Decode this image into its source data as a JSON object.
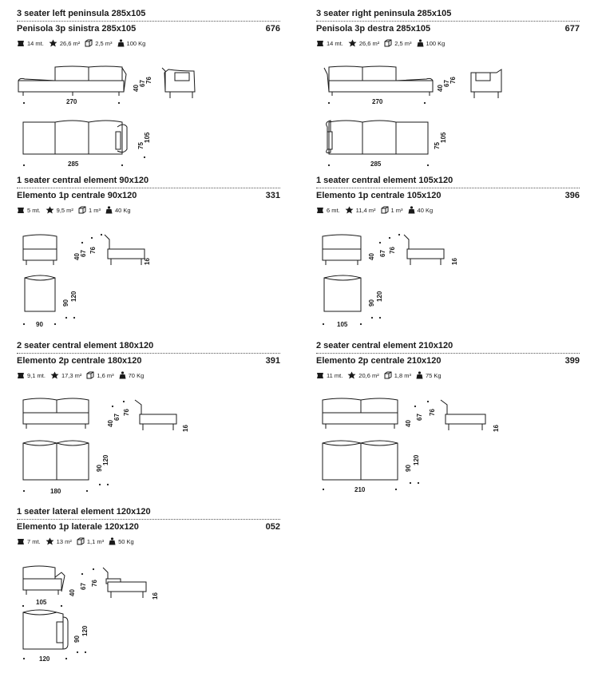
{
  "blocks": [
    {
      "title": "3 seater left peninsula 285x105",
      "subtitle": "Penisola 3p sinistra 285x105",
      "code": "676",
      "specs": [
        "14 mt.",
        "26,6 m²",
        "2,5 m³",
        "100 Kg"
      ],
      "dims": {
        "width_front": "270",
        "width_plan": "285",
        "h_seat": "40",
        "h_arm": "67",
        "h_back": "76",
        "d_seat": "75",
        "depth": "105"
      }
    },
    {
      "title": "3 seater right peninsula 285x105",
      "subtitle": "Penisola 3p destra 285x105",
      "code": "677",
      "specs": [
        "14 mt.",
        "26,6 m²",
        "2,5 m³",
        "100 Kg"
      ],
      "dims": {
        "width_front": "270",
        "width_plan": "285",
        "h_seat": "40",
        "h_arm": "67",
        "h_back": "76",
        "d_seat": "75",
        "depth": "105"
      }
    },
    {
      "title": "1 seater central element 90x120",
      "subtitle": "Elemento 1p centrale 90x120",
      "code": "331",
      "specs": [
        "5 mt.",
        "9,5 m²",
        "1 m³",
        "40 Kg"
      ],
      "dims": {
        "width_plan": "90",
        "h_seat": "40",
        "h_arm": "67",
        "h_back": "76",
        "side_h": "16",
        "d_seat": "90",
        "depth": "120"
      }
    },
    {
      "title": "1 seater central element 105x120",
      "subtitle": "Elemento 1p centrale 105x120",
      "code": "396",
      "specs": [
        "6 mt.",
        "11,4 m²",
        "1 m³",
        "40 Kg"
      ],
      "dims": {
        "width_plan": "105",
        "h_seat": "40",
        "h_arm": "67",
        "h_back": "76",
        "side_h": "16",
        "d_seat": "90",
        "depth": "120"
      }
    },
    {
      "title": "2 seater central element 180x120",
      "subtitle": "Elemento 2p centrale 180x120",
      "code": "391",
      "specs": [
        "9,1 mt.",
        "17,3 m²",
        "1,6 m³",
        "70 Kg"
      ],
      "dims": {
        "width_plan": "180",
        "h_seat": "40",
        "h_arm": "67",
        "h_back": "76",
        "side_h": "16",
        "d_seat": "90",
        "depth": "120"
      }
    },
    {
      "title": "2 seater central element 210x120",
      "subtitle": "Elemento 2p centrale 210x120",
      "code": "399",
      "specs": [
        "11 mt.",
        "20,6 m²",
        "1,8 m³",
        "75 Kg"
      ],
      "dims": {
        "width_plan": "210",
        "h_seat": "40",
        "h_arm": "67",
        "h_back": "76",
        "side_h": "16",
        "d_seat": "90",
        "depth": "120"
      }
    },
    {
      "title": "1 seater lateral element 120x120",
      "subtitle": "Elemento 1p laterale 120x120",
      "code": "052",
      "specs": [
        "7 mt.",
        "13 m²",
        "1,1 m³",
        "50 Kg"
      ],
      "dims": {
        "width_front": "105",
        "width_plan": "120",
        "h_seat": "40",
        "h_arm": "67",
        "h_back": "76",
        "side_h": "16",
        "d_seat": "90",
        "depth": "120"
      }
    }
  ],
  "spec_icons": [
    "fabric-roll-icon",
    "leather-hide-icon",
    "volume-box-icon",
    "weight-icon"
  ]
}
